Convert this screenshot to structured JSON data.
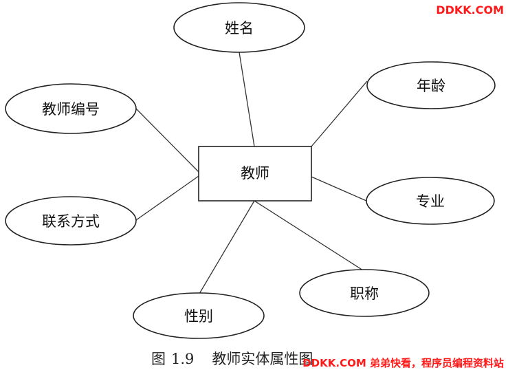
{
  "diagram": {
    "entity": {
      "id": "teacher",
      "label": "教师"
    },
    "attributes": [
      {
        "id": "name",
        "label": "姓名"
      },
      {
        "id": "age",
        "label": "年龄"
      },
      {
        "id": "teacher-id",
        "label": "教师编号"
      },
      {
        "id": "major",
        "label": "专业"
      },
      {
        "id": "contact",
        "label": "联系方式"
      },
      {
        "id": "title",
        "label": "职称"
      },
      {
        "id": "gender",
        "label": "性别"
      }
    ]
  },
  "caption": {
    "figure": "图",
    "number": "1.9",
    "text": "教师实体属性图"
  },
  "watermark": {
    "top": "DDKK.COM",
    "bottom": "DDKK.COM 弟弟快看，程序员编程资料站"
  },
  "colors": {
    "watermark": "#ff1a1a",
    "stroke": "#222222"
  }
}
